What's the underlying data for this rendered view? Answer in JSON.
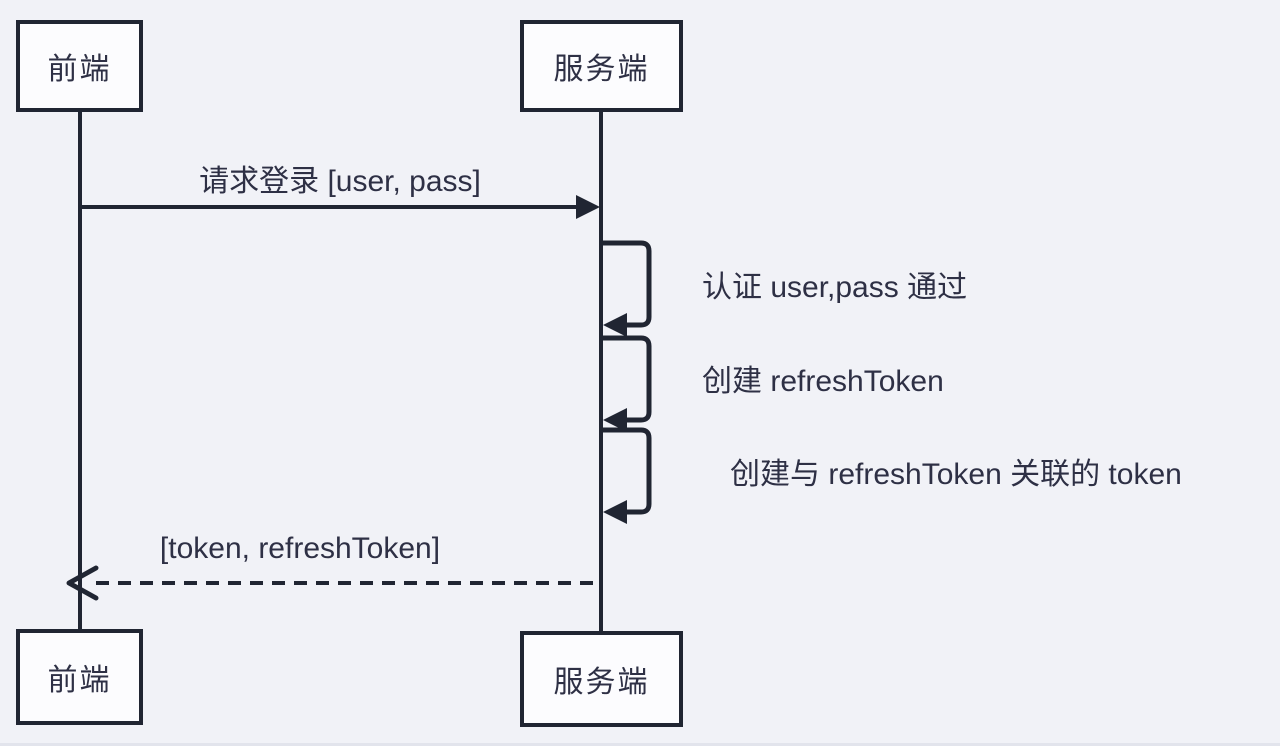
{
  "diagram": {
    "type": "sequence-diagram",
    "actors": [
      {
        "id": "frontend",
        "label": "前端"
      },
      {
        "id": "server",
        "label": "服务端"
      }
    ],
    "messages": [
      {
        "from": "frontend",
        "to": "server",
        "style": "solid-arrow",
        "label": "请求登录 [user, pass]"
      },
      {
        "self": "server",
        "style": "self-loop",
        "label": "认证 user,pass 通过"
      },
      {
        "self": "server",
        "style": "self-loop",
        "label": "创建 refreshToken"
      },
      {
        "self": "server",
        "style": "self-loop",
        "label": "创建与 refreshToken 关联的 token"
      },
      {
        "from": "server",
        "to": "frontend",
        "style": "dashed-open-arrow",
        "label": "[token, refreshToken]"
      }
    ],
    "colors": {
      "line": "#202532",
      "text": "#2e3045",
      "background": "#f1f2f7",
      "box_fill": "#fcfcfe"
    }
  }
}
